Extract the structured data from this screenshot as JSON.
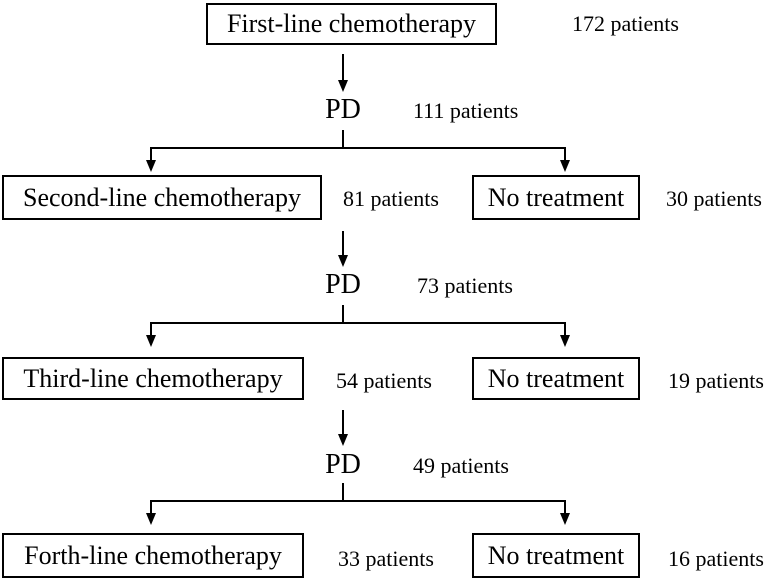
{
  "diagram": {
    "description": "Chemotherapy treatment flow diagram",
    "colors": {
      "line": "#000000",
      "background": "#ffffff",
      "text": "#000000"
    },
    "root": {
      "label": "First-line chemotherapy",
      "patients": "172 patients"
    },
    "stages": [
      {
        "pd_label": "PD",
        "pd_patients": "111 patients",
        "treatment": {
          "label": "Second-line chemotherapy",
          "patients": "81 patients"
        },
        "no_treatment": {
          "label": "No treatment",
          "patients": "30 patients"
        }
      },
      {
        "pd_label": "PD",
        "pd_patients": "73 patients",
        "treatment": {
          "label": "Third-line chemotherapy",
          "patients": "54 patients"
        },
        "no_treatment": {
          "label": "No treatment",
          "patients": "19 patients"
        }
      },
      {
        "pd_label": "PD",
        "pd_patients": "49 patients",
        "treatment": {
          "label": "Forth-line chemotherapy",
          "patients": "33 patients"
        },
        "no_treatment": {
          "label": "No treatment",
          "patients": "16 patients"
        }
      }
    ]
  }
}
